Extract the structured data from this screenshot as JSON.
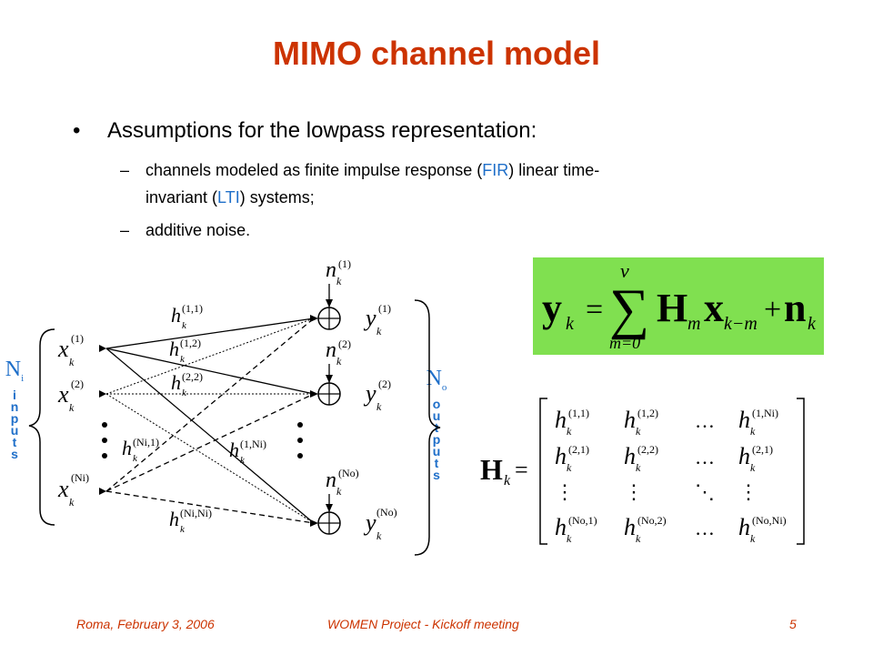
{
  "slide": {
    "title": "MIMO channel model",
    "bullet_symbol": "•",
    "dash_symbol": "–",
    "bullet": "Assumptions for the lowpass representation:",
    "sub1": {
      "a": "channels modeled as finite impulse response (",
      "b": "FIR",
      "c": ") linear time-",
      "d": "invariant (",
      "e": "LTI",
      "f": ") systems;"
    },
    "sub2": "additive noise."
  },
  "diagram": {
    "inputs_label": {
      "N": "N",
      "sub": "i",
      "word": "i\nn\np\nu\nt\ns"
    },
    "outputs_label": {
      "N": "N",
      "sub": "o",
      "word": "o\nu\nt\np\nu\nt\ns"
    },
    "x_labels": [
      "x",
      "x",
      "x"
    ],
    "x_sups": [
      "(1)",
      "(2)",
      "(Ni)"
    ],
    "y_labels": [
      "y",
      "y",
      "y"
    ],
    "y_sups": [
      "(1)",
      "(2)",
      "(No)"
    ],
    "n_labels": [
      "n",
      "n",
      "n"
    ],
    "n_sups": [
      "(1)",
      "(2)",
      "(No)"
    ],
    "h_labels": [
      "h",
      "h",
      "h",
      "h",
      "h",
      "h"
    ],
    "h_sups": [
      "(1,1)",
      "(1,2)",
      "(2,2)",
      "(Ni,1)",
      "(1,Ni)",
      "(Ni,Ni)"
    ],
    "k": "k"
  },
  "formula": {
    "y": "y",
    "k": "k",
    "eq": "=",
    "sum": "∑",
    "nu": "ν",
    "m0": "m=0",
    "H": "H",
    "m": "m",
    "x": "x",
    "kminusm": "k−m",
    "plus": "+",
    "n": "n"
  },
  "matrix": {
    "lhs": "H",
    "lhs_sub": "k",
    "eq": "=",
    "rows": [
      [
        {
          "b": "h",
          "s": "(1,1)"
        },
        {
          "b": "h",
          "s": "(1,2)"
        },
        {
          "b": "…",
          "s": ""
        },
        {
          "b": "h",
          "s": "(1,Ni)"
        }
      ],
      [
        {
          "b": "h",
          "s": "(2,1)"
        },
        {
          "b": "h",
          "s": "(2,2)"
        },
        {
          "b": "…",
          "s": ""
        },
        {
          "b": "h",
          "s": "(2,1)"
        }
      ],
      [
        {
          "b": "⋮",
          "s": ""
        },
        {
          "b": "⋮",
          "s": ""
        },
        {
          "b": "⋱",
          "s": ""
        },
        {
          "b": "⋮",
          "s": ""
        }
      ],
      [
        {
          "b": "h",
          "s": "(No,1)"
        },
        {
          "b": "h",
          "s": "(No,2)"
        },
        {
          "b": "…",
          "s": ""
        },
        {
          "b": "h",
          "s": "(No,Ni)"
        }
      ]
    ],
    "k": "k"
  },
  "footer": {
    "left": "Roma, February 3, 2006",
    "center": "WOMEN Project - Kickoff meeting",
    "right": "5"
  },
  "colors": {
    "title": "#cc3300",
    "accent": "#1f6fc9",
    "formula_bg": "#80e050"
  }
}
